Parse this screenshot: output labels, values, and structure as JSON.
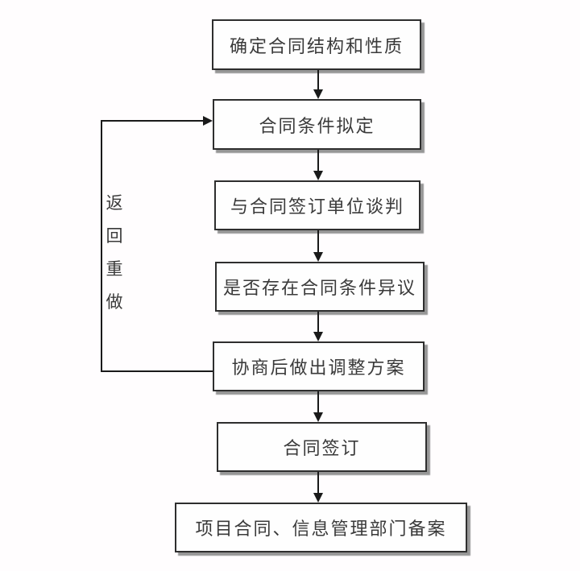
{
  "diagram": {
    "type": "flowchart",
    "direction": "top-down",
    "nodes": [
      {
        "id": "n1",
        "label": "确定合同结构和性质"
      },
      {
        "id": "n2",
        "label": "合同条件拟定"
      },
      {
        "id": "n3",
        "label": "与合同签订单位谈判"
      },
      {
        "id": "n4",
        "label": "是否存在合同条件异议"
      },
      {
        "id": "n5",
        "label": "协商后做出调整方案"
      },
      {
        "id": "n6",
        "label": "合同签订"
      },
      {
        "id": "n7",
        "label": "项目合同、信息管理部门备案"
      }
    ],
    "edges": [
      {
        "from": "n1",
        "to": "n2",
        "type": "arrow-down"
      },
      {
        "from": "n2",
        "to": "n3",
        "type": "arrow-down"
      },
      {
        "from": "n3",
        "to": "n4",
        "type": "arrow-down"
      },
      {
        "from": "n4",
        "to": "n5",
        "type": "arrow-down"
      },
      {
        "from": "n5",
        "to": "n6",
        "type": "arrow-down"
      },
      {
        "from": "n6",
        "to": "n7",
        "type": "arrow-down"
      },
      {
        "from": "n5",
        "to": "n2",
        "type": "feedback-loop-left",
        "label": "返回重做"
      }
    ],
    "feedback_label": "返回重做",
    "feedback_chars": [
      "返",
      "回",
      "重",
      "做"
    ],
    "colors": {
      "background": "#fffdfe",
      "node_fill": "#fefefe",
      "node_border": "#2e2e2e",
      "node_shadow": "#969696",
      "line": "#1a1a1a",
      "text": "#3a3a3a"
    }
  }
}
